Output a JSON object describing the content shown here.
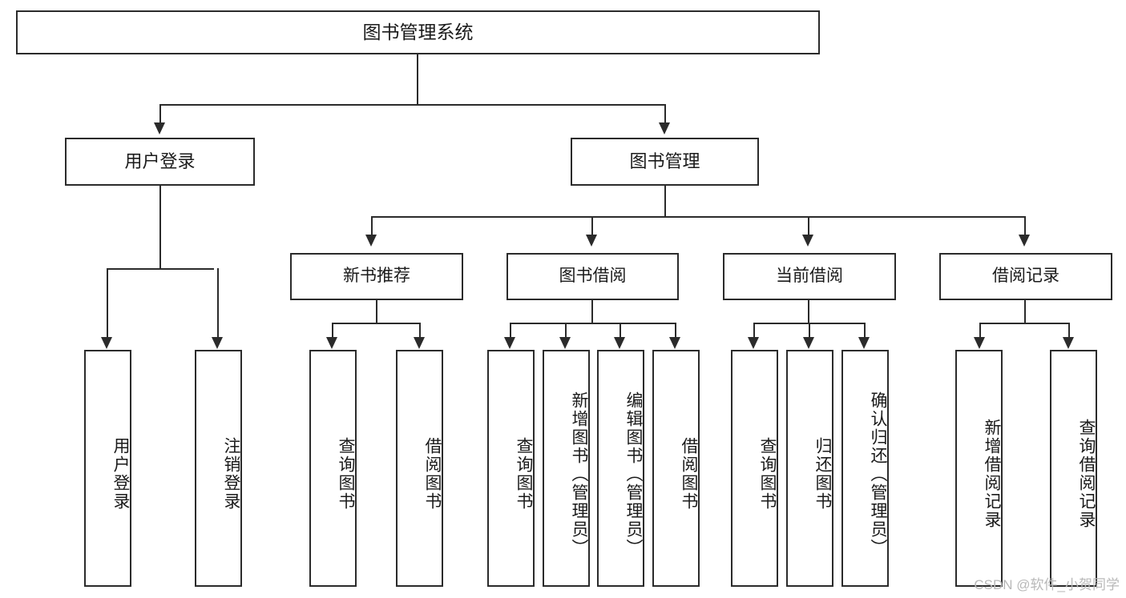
{
  "diagram": {
    "title": "图书管理系统",
    "watermark": "CSDN @软件_小贺同学",
    "type": "tree",
    "root": {
      "label": "图书管理系统"
    },
    "level2": [
      {
        "label": "用户登录"
      },
      {
        "label": "图书管理"
      }
    ],
    "level3": [
      {
        "label": "新书推荐"
      },
      {
        "label": "图书借阅"
      },
      {
        "label": "当前借阅"
      },
      {
        "label": "借阅记录"
      }
    ],
    "leaves": {
      "user_login": [
        {
          "label": "用户登录"
        },
        {
          "label": "注销登录"
        }
      ],
      "new_book_rec": [
        {
          "label": "查询图书"
        },
        {
          "label": "借阅图书"
        }
      ],
      "book_borrow": [
        {
          "label": "查询图书"
        },
        {
          "label": "新增图书（管理员）"
        },
        {
          "label": "编辑图书（管理员）"
        },
        {
          "label": "借阅图书"
        }
      ],
      "current_borrow": [
        {
          "label": "查询图书"
        },
        {
          "label": "归还图书"
        },
        {
          "label": "确认归还（管理员）"
        }
      ],
      "borrow_record": [
        {
          "label": "新增借阅记录"
        },
        {
          "label": "查询借阅记录"
        }
      ]
    }
  },
  "colors": {
    "stroke": "#2b2b2b",
    "fill": "#ffffff",
    "text": "#1a1a1a",
    "watermark": "#b9b9b9"
  }
}
